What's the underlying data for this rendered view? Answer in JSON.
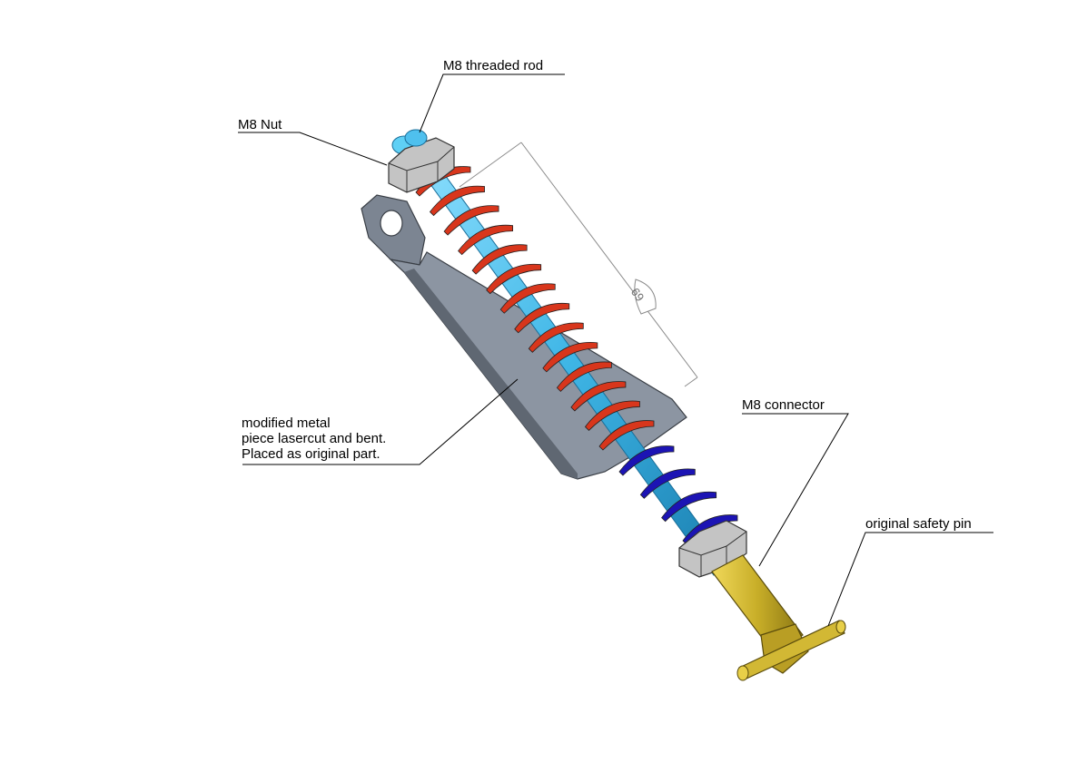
{
  "labels": {
    "threaded_rod": "M8 threaded rod",
    "nut": "M8 Nut",
    "connector": "M8 connector",
    "safety_pin": "original safety pin",
    "metal_piece": [
      "modified metal",
      "piece lasercut and bent.",
      "Placed as original part."
    ]
  },
  "dimension": {
    "value": "69"
  },
  "colors": {
    "rod": "#3fb6e6",
    "spring_upper": "#d8361c",
    "spring_lower": "#1c14b4",
    "bracket": "#7c8592",
    "nut": "#b9b9b9",
    "connector": "#c8ae28"
  }
}
